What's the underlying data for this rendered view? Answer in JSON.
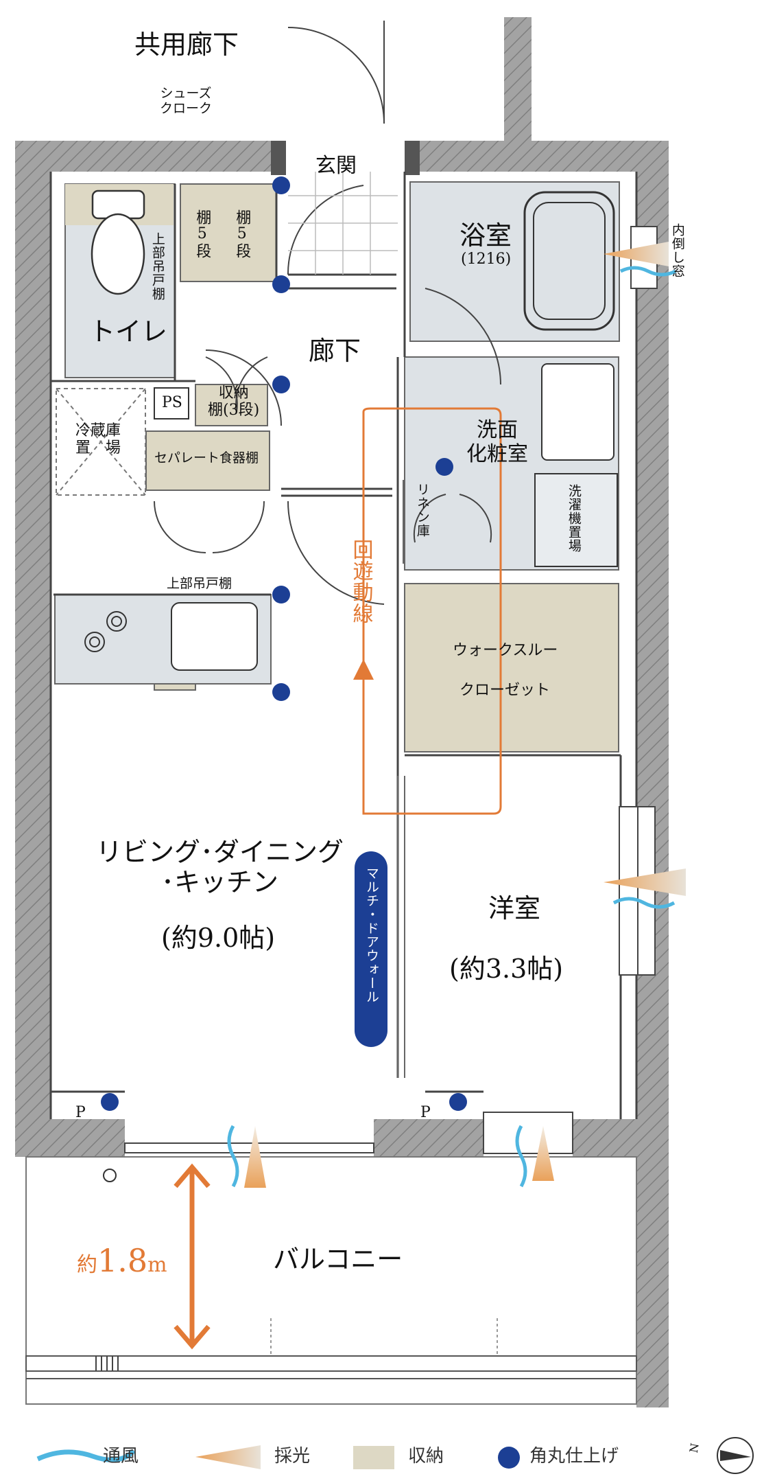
{
  "rooms": {
    "corridor_common": "共用廊下",
    "shoe_cloak": "シューズ\nクローク",
    "entrance": "玄関",
    "shelf_a": "棚5段",
    "shelf_b": "棚5段",
    "bath": "浴室",
    "bath_size": "(1216)",
    "window_inner": "内倒し窓",
    "upper_cabinet_toilet": "上部吊戸棚",
    "toilet": "トイレ",
    "hallway": "廊下",
    "storage_shelf": "収納\n棚(3段)",
    "ps": "PS",
    "fridge": "冷蔵庫\n置　場",
    "separate_cupboard": "セパレート食器棚",
    "washroom": "洗面\n化粧室",
    "linen": "リネン庫",
    "laundry": "洗濯機置場",
    "circulation": "回遊動線",
    "upper_cabinet_kitchen": "上部吊戸棚",
    "walk_through": "ウォークスルー",
    "closet": "クローゼット",
    "ldk": "リビング･ダイニング\n･キッチン",
    "ldk_size": "(約9.0帖)",
    "multi_door": "マルチ・ドアウォール",
    "western": "洋室",
    "western_size": "(約3.3帖)",
    "p_left": "P",
    "p_right": "P",
    "balcony": "バルコニー",
    "depth_prefix": "約",
    "depth_value": "1.8",
    "depth_unit": "m"
  },
  "legend": {
    "ventilation": "通風",
    "light": "採光",
    "storage": "収納",
    "rounded": "角丸仕上げ"
  },
  "compass_label": "N",
  "colors": {
    "wall": "#9a9a9a",
    "storage_fill": "#ddd8c4",
    "wet_area": "#dde2e6",
    "accent_orange": "#e27a36",
    "dot_blue": "#1c3f94",
    "vent_blue": "#4fb6e0",
    "multi_door_bg": "#1c3f94"
  }
}
